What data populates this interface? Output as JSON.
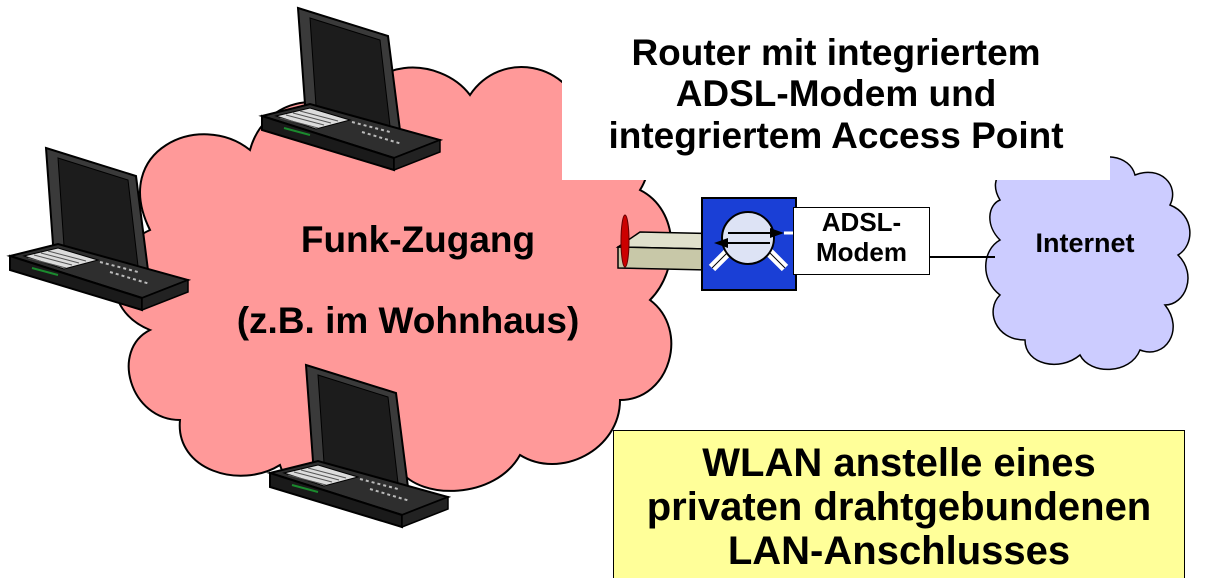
{
  "title": {
    "line1": "Router mit integriertem",
    "line2": "ADSL-Modem und",
    "line3": "integriertem Access Point"
  },
  "cloud_label": {
    "line1": "Funk-Zugang",
    "line2": "(z.B. im Wohnhaus)"
  },
  "modem": {
    "line1": "ADSL-",
    "line2": "Modem"
  },
  "internet_label": "Internet",
  "note": {
    "line1": "WLAN anstelle eines",
    "line2": "privaten drahtgebundenen",
    "line3": "LAN-Anschlusses"
  },
  "colors": {
    "wireless_cloud": "#ff9999",
    "internet_cloud": "#ccccff",
    "router_icon": "#1a3fd6",
    "note_background": "#ffff99",
    "antenna": "#cc0000"
  },
  "icons": [
    "laptop-icon",
    "router-icon",
    "access-point-icon",
    "antenna-icon"
  ]
}
